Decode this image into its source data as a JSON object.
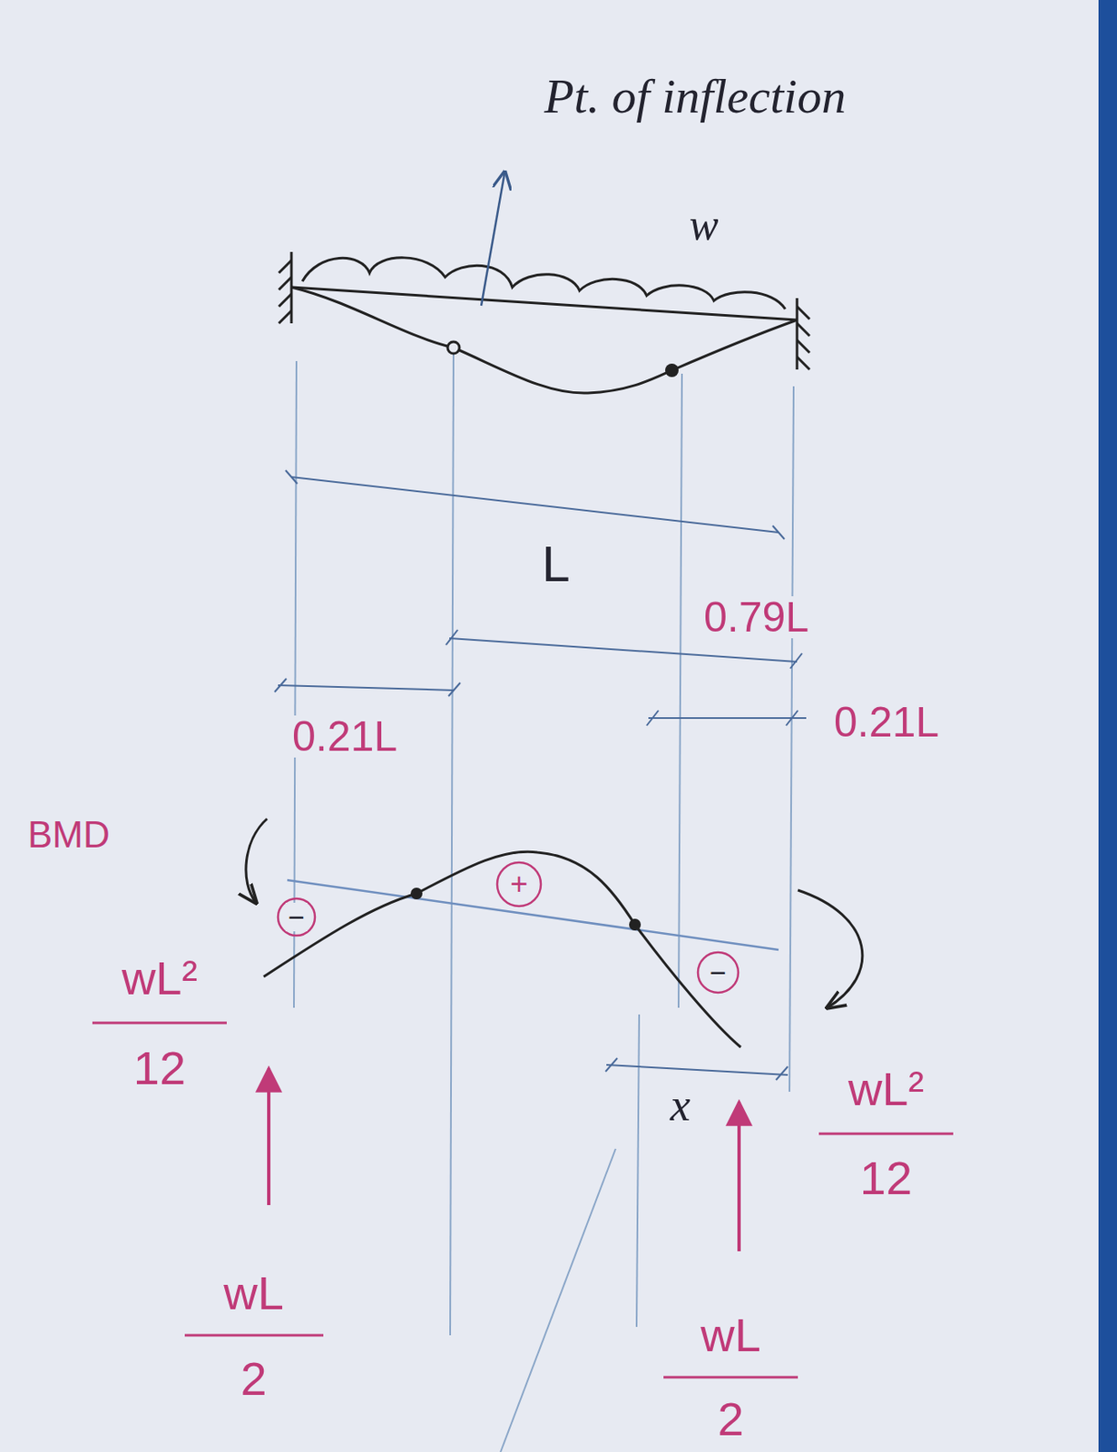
{
  "diagram": {
    "labels": [
      "Pt. of inflection",
      "w",
      "L",
      "0.79L",
      "0.21L",
      "0.21L",
      "BMD",
      "−",
      "+",
      "−",
      "wL²",
      "12",
      "wL²",
      "12",
      "wL",
      "2",
      "wL",
      "2",
      "x"
    ]
  }
}
